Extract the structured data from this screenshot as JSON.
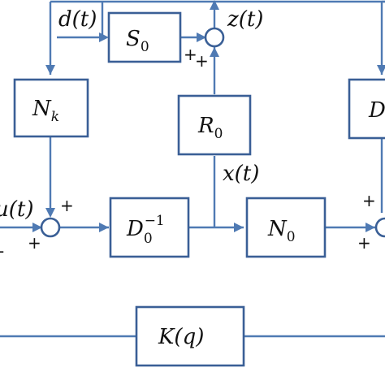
{
  "blocks": {
    "s0": "S",
    "s0_sub": "0",
    "nk": "N",
    "nk_sub": "k",
    "r0": "R",
    "r0_sub": "0",
    "dinv": "D",
    "dinv_sub": "0",
    "dinv_sup": "−1",
    "n0": "N",
    "n0_sub": "0",
    "d_partial": "D",
    "kq": "K(q)"
  },
  "signals": {
    "d": "d(t)",
    "z": "z(t)",
    "u": "u(t)",
    "x": "x(t)"
  },
  "signs": {
    "s0_plus_a": "+",
    "s0_plus_b": "+",
    "left_top": "+",
    "left_bottom": "+",
    "right_top": "+",
    "right_bottom": "+",
    "far_left_minus": "-"
  },
  "colors": {
    "line": "#4f7ab3",
    "box_border": "#3a5f96"
  }
}
